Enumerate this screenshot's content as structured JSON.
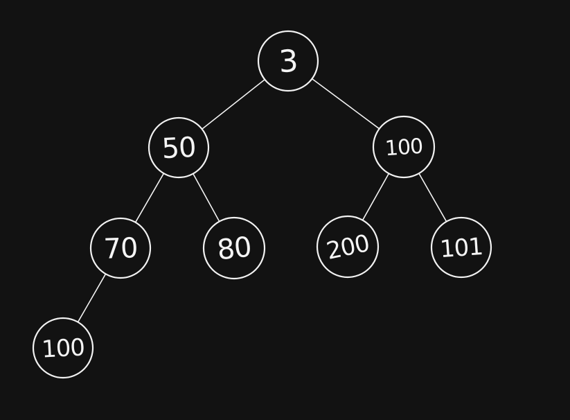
{
  "colors": {
    "background": "#121212",
    "stroke": "#f2f2f2",
    "text": "#f5f5f5"
  },
  "tree": {
    "nodes": [
      {
        "id": "n0",
        "label": "3"
      },
      {
        "id": "n1",
        "label": "50"
      },
      {
        "id": "n2",
        "label": "100"
      },
      {
        "id": "n3",
        "label": "70"
      },
      {
        "id": "n4",
        "label": "80"
      },
      {
        "id": "n5",
        "label": "200"
      },
      {
        "id": "n6",
        "label": "101"
      },
      {
        "id": "n7",
        "label": "100"
      }
    ],
    "edges": [
      {
        "from": "n0",
        "to": "n1"
      },
      {
        "from": "n0",
        "to": "n2"
      },
      {
        "from": "n1",
        "to": "n3"
      },
      {
        "from": "n1",
        "to": "n4"
      },
      {
        "from": "n2",
        "to": "n5"
      },
      {
        "from": "n2",
        "to": "n6"
      },
      {
        "from": "n3",
        "to": "n7"
      }
    ]
  }
}
